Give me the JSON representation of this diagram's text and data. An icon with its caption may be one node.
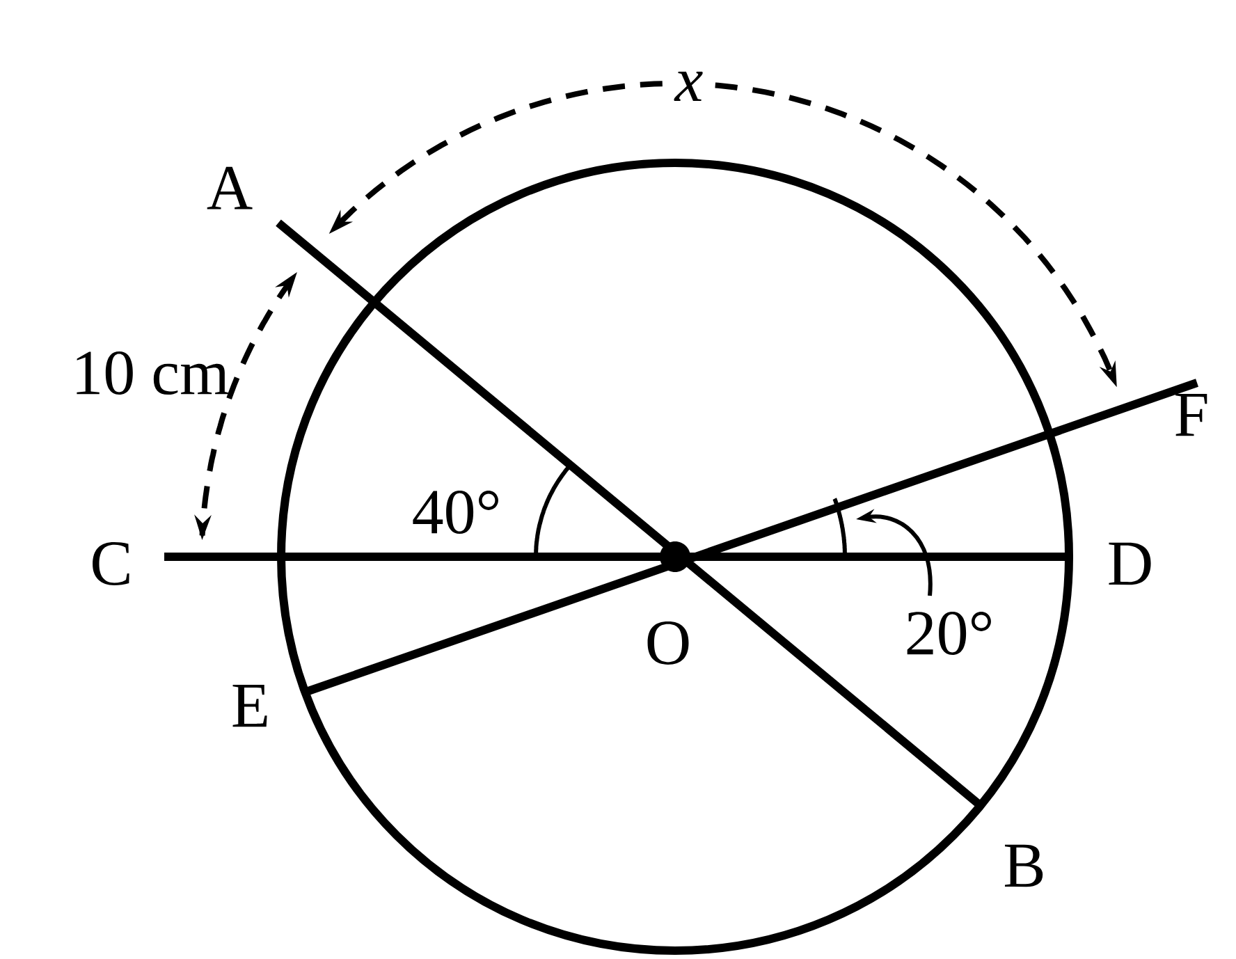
{
  "diagram": {
    "labels": [
      "x",
      "A",
      "10 cm",
      "F",
      "40°",
      "C",
      "D",
      "O",
      "20°",
      "E",
      "B"
    ]
  }
}
